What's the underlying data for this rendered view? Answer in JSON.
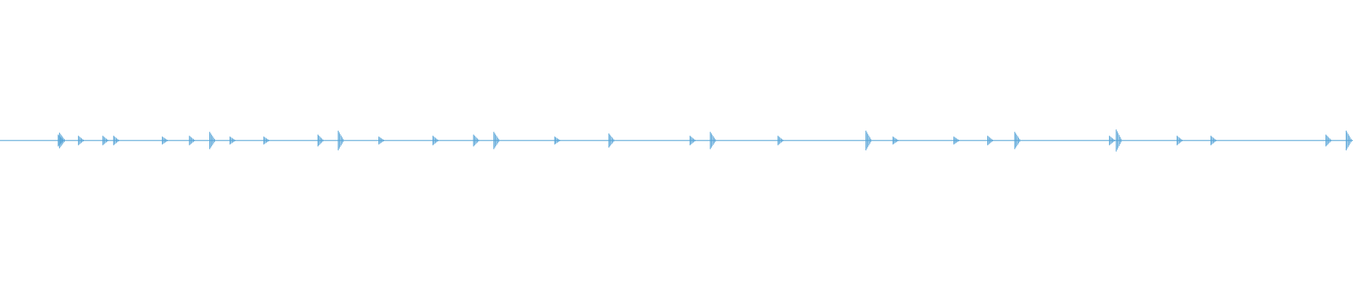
{
  "waveform": {
    "color": "#5aa6d8",
    "background": "#ffffff",
    "baseline_level": 0.0,
    "peaks": [
      {
        "t": 0.043,
        "amp": 0.015
      },
      {
        "t": 0.044,
        "amp": 0.02
      },
      {
        "t": 0.058,
        "amp": 0.012
      },
      {
        "t": 0.076,
        "amp": 0.012
      },
      {
        "t": 0.084,
        "amp": 0.012
      },
      {
        "t": 0.12,
        "amp": 0.01
      },
      {
        "t": 0.14,
        "amp": 0.012
      },
      {
        "t": 0.155,
        "amp": 0.022
      },
      {
        "t": 0.17,
        "amp": 0.01
      },
      {
        "t": 0.195,
        "amp": 0.01
      },
      {
        "t": 0.235,
        "amp": 0.015
      },
      {
        "t": 0.25,
        "amp": 0.025
      },
      {
        "t": 0.28,
        "amp": 0.01
      },
      {
        "t": 0.32,
        "amp": 0.012
      },
      {
        "t": 0.35,
        "amp": 0.015
      },
      {
        "t": 0.365,
        "amp": 0.022
      },
      {
        "t": 0.41,
        "amp": 0.01
      },
      {
        "t": 0.45,
        "amp": 0.018
      },
      {
        "t": 0.51,
        "amp": 0.012
      },
      {
        "t": 0.525,
        "amp": 0.022
      },
      {
        "t": 0.575,
        "amp": 0.012
      },
      {
        "t": 0.64,
        "amp": 0.025
      },
      {
        "t": 0.66,
        "amp": 0.01
      },
      {
        "t": 0.705,
        "amp": 0.01
      },
      {
        "t": 0.73,
        "amp": 0.012
      },
      {
        "t": 0.75,
        "amp": 0.022
      },
      {
        "t": 0.82,
        "amp": 0.012
      },
      {
        "t": 0.825,
        "amp": 0.028
      },
      {
        "t": 0.87,
        "amp": 0.012
      },
      {
        "t": 0.895,
        "amp": 0.012
      },
      {
        "t": 0.98,
        "amp": 0.015
      },
      {
        "t": 0.995,
        "amp": 0.025
      }
    ]
  }
}
